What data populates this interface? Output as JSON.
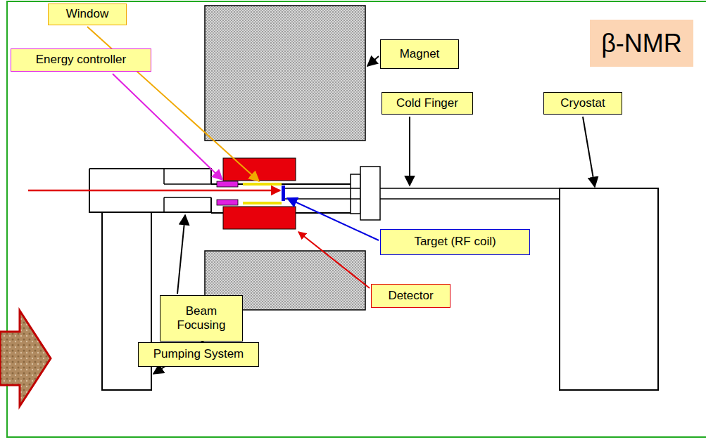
{
  "diagram": {
    "title": "β-NMR",
    "nodes": [
      {
        "text": [
          "Window"
        ]
      },
      {
        "text": [
          "Magnet"
        ]
      },
      {
        "text": [
          "Energy controller"
        ]
      },
      {
        "text": [
          "Cold Finger"
        ]
      },
      {
        "text": [
          "Cryostat"
        ]
      },
      {
        "text": [
          "Target (RF coil)"
        ]
      },
      {
        "text": [
          "Detector"
        ]
      },
      {
        "text": [
          "Beam Focusing"
        ]
      },
      {
        "text": [
          "Pumping System"
        ]
      }
    ]
  }
}
